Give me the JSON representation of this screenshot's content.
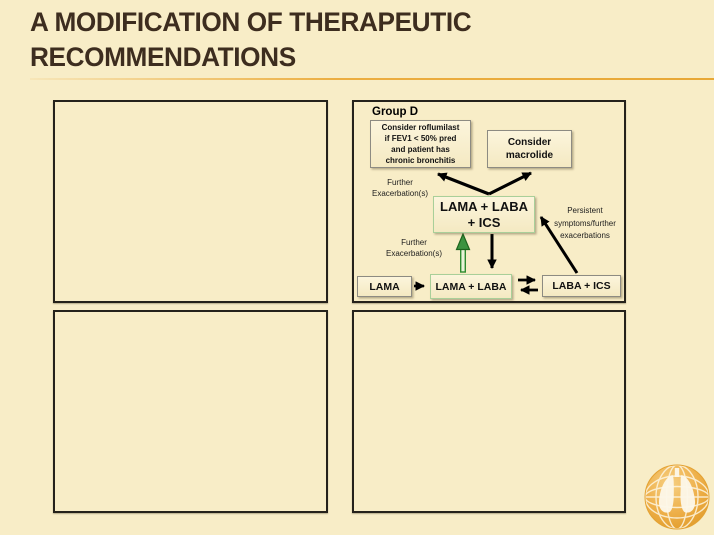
{
  "title": {
    "line1": "A MODIFICATION OF THERAPEUTIC",
    "line2": "RECOMMENDATIONS"
  },
  "colors": {
    "background": "#f8edc7",
    "title_text": "#3d2d1f",
    "accent_line": "#e8a836",
    "panel_border": "#25221b",
    "box_border_grey": "#8d8b82",
    "box_border_green": "#a9cf99",
    "arrow_black": "#000000",
    "arrow_green": "#2e8b2e",
    "logo_orange": "#e8a33c"
  },
  "icons": {
    "logo": "globe-lungs-icon"
  },
  "flowchart": {
    "group_label": "Group D",
    "roflumilast_box": {
      "lines": [
        "Consider roflumilast",
        "if FEV1 < 50% pred",
        "and patient has",
        "chronic bronchitis"
      ]
    },
    "macrolide_box": {
      "lines": [
        "Consider",
        "macrolide"
      ]
    },
    "triple_box": {
      "lines": [
        "LAMA + LABA",
        "+ ICS"
      ]
    },
    "further_label_1": {
      "lines": [
        "Further",
        "Exacerbation(s)"
      ]
    },
    "further_label_2": {
      "lines": [
        "Further",
        "Exacerbation(s)"
      ]
    },
    "persistent_label": {
      "lines": [
        "Persistent",
        "symptoms/further",
        "exacerbations"
      ]
    },
    "lama_box": "LAMA",
    "lama_laba_box": "LAMA + LABA",
    "laba_ics_box": "LABA + ICS"
  }
}
